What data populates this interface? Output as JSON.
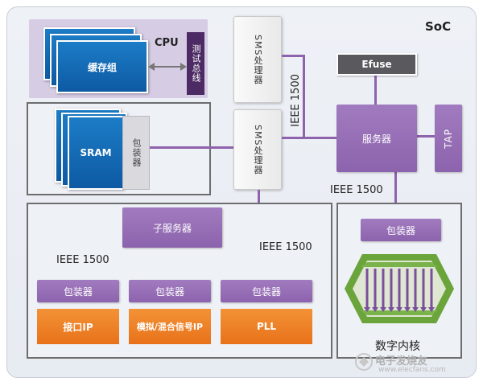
{
  "diagram": {
    "soc_label": "SoC",
    "cpu_label": "CPU",
    "cache_label": "缓存组",
    "test_bus_label": "测试总线",
    "sms1_label": "SMS处理器",
    "sms2_label": "SMS处理器",
    "sram_label": "SRAM",
    "sram_wrapper_label": "包装器",
    "efuse_label": "Efuse",
    "server_label": "服务器",
    "tap_label": "TAP",
    "ieee_vertical": "IEEE 1500",
    "ieee_right": "IEEE 1500",
    "ieee_mid": "IEEE 1500",
    "ieee_left": "IEEE 1500",
    "sub_server_label": "子服务器",
    "wrapper_labels": [
      "包装器",
      "包装器",
      "包装器"
    ],
    "ip_labels": [
      "接口IP",
      "模拟/混合信号IP",
      "PLL"
    ],
    "core_wrapper_label": "包装器",
    "digital_core_label": "数字内核",
    "watermark": "电子发烧友",
    "watermark_url": "www.elecfans.com"
  },
  "colors": {
    "purple": "#8c63ad",
    "blue": "#0d5aa3",
    "orange": "#e8721a",
    "gray": "#6d6d6d",
    "green": "#6aa43b"
  }
}
